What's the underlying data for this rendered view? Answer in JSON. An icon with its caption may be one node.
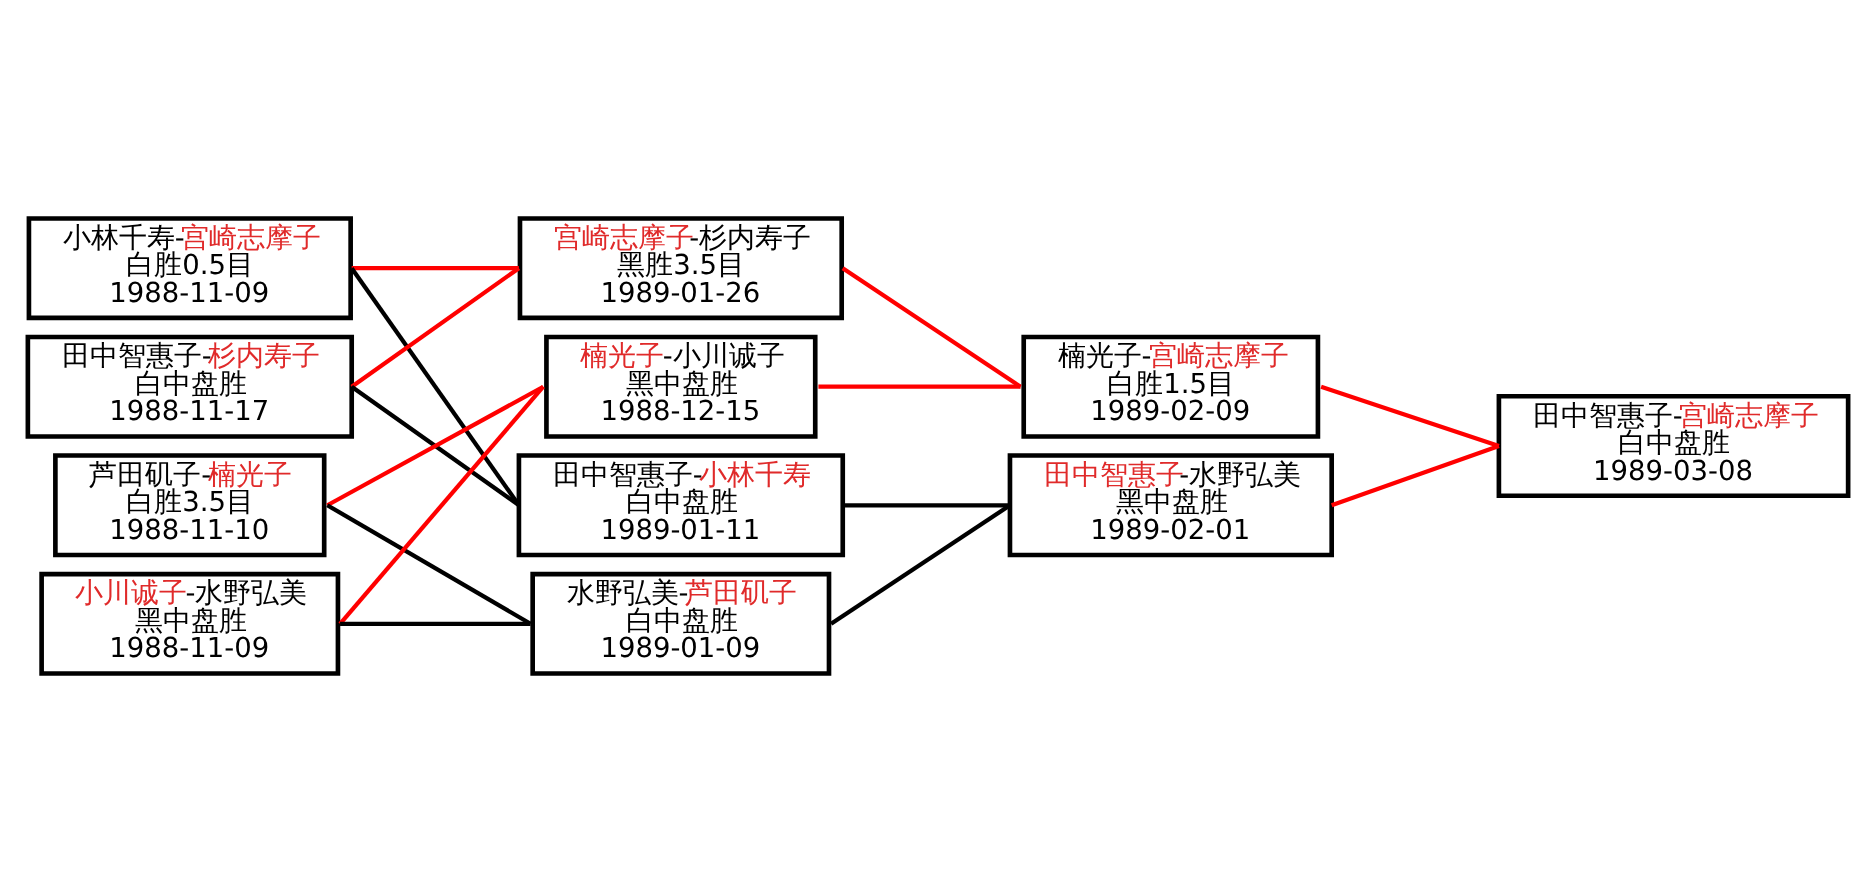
{
  "diagram": {
    "nodes": [
      {
        "text": [
          "小林千寿-宫崎志摩子",
          "白胜0.5目",
          "1988-11-09"
        ]
      },
      {
        "text": [
          "田中智惠子-杉内寿子",
          "白中盘胜",
          "1988-11-17"
        ]
      },
      {
        "text": [
          "芦田矶子-楠光子",
          "白胜3.5目",
          "1988-11-10"
        ]
      },
      {
        "text": [
          "小川诚子-水野弘美",
          "黑中盘胜",
          "1988-11-09"
        ]
      },
      {
        "text": [
          "宫崎志摩子-杉内寿子",
          "黑胜3.5目",
          "1989-01-26"
        ]
      },
      {
        "text": [
          "楠光子-小川诚子",
          "黑中盘胜",
          "1988-12-15"
        ]
      },
      {
        "text": [
          "田中智惠子-小林千寿",
          "白中盘胜",
          "1989-01-11"
        ]
      },
      {
        "text": [
          "水野弘美-芦田矶子",
          "白中盘胜",
          "1989-01-09"
        ]
      },
      {
        "text": [
          "楠光子-宫崎志摩子",
          "白胜1.5目",
          "1989-02-09"
        ]
      },
      {
        "text": [
          "田中智惠子-水野弘美",
          "黑中盘胜",
          "1989-02-01"
        ]
      },
      {
        "text": [
          "田中智惠子-宫崎志摩子",
          "白中盘胜",
          "1989-03-08"
        ]
      }
    ],
    "edges": [
      {
        "from": 0,
        "to": 4,
        "arrow": "none"
      },
      {
        "from": 1,
        "to": 4,
        "arrow": "none"
      },
      {
        "from": 2,
        "to": 5,
        "arrow": "none"
      },
      {
        "from": 3,
        "to": 5,
        "arrow": "none"
      },
      {
        "from": 0,
        "to": 6,
        "arrow": "none",
        "color": "#000000"
      },
      {
        "from": 1,
        "to": 6,
        "arrow": "none",
        "color": "#000000"
      },
      {
        "from": 2,
        "to": 7,
        "arrow": "none",
        "color": "#000000"
      },
      {
        "from": 3,
        "to": 7,
        "arrow": "none",
        "color": "#000000"
      },
      {
        "from": 4,
        "to": 8,
        "arrow": "none"
      },
      {
        "from": 5,
        "to": 8,
        "arrow": "none"
      },
      {
        "from": 6,
        "to": 9,
        "arrow": "none",
        "color": "#000000"
      },
      {
        "from": 7,
        "to": 9,
        "arrow": "none",
        "color": "#000000"
      },
      {
        "from": 8,
        "to": 10,
        "arrow": "none"
      },
      {
        "from": 9,
        "to": 10,
        "arrow": "none"
      }
    ]
  }
}
